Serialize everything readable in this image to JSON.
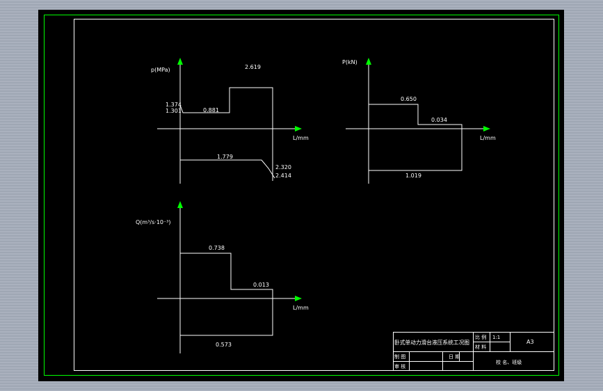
{
  "drawing": {
    "colors": {
      "background": "#000000",
      "lines": "#ffffff",
      "border": "#00ff00",
      "axis_arrow": "#00ff00",
      "outer": "#a9b0bd"
    },
    "plot_pressure": {
      "y_label": "p(MPa)",
      "x_label": "L/mm",
      "values": {
        "peak": "2.619",
        "left_high": "1.374",
        "left_low": "1.301",
        "step": "0.881",
        "lower": "1.779",
        "right_a": "2.320",
        "right_b": "2.414"
      }
    },
    "plot_force": {
      "y_label": "P(kN)",
      "x_label": "L/mm",
      "values": {
        "upper_left": "0.650",
        "upper_right": "0.034",
        "lower": "1.019"
      }
    },
    "plot_flow": {
      "y_label": "Q(m³/s·10⁻³)",
      "x_label": "L/mm",
      "values": {
        "upper_left": "0.738",
        "upper_right": "0.013",
        "lower": "0.573"
      }
    },
    "title_block": {
      "title": "卧式单动力滑台液压系统工况图",
      "scale_label": "比 例",
      "scale_value": "1:1",
      "material_label": "材 料",
      "sheet_size": "A3",
      "drawn_label": "制 图",
      "date_label": "日 期",
      "checked_label": "审 核",
      "school": "校 名、班级"
    }
  }
}
